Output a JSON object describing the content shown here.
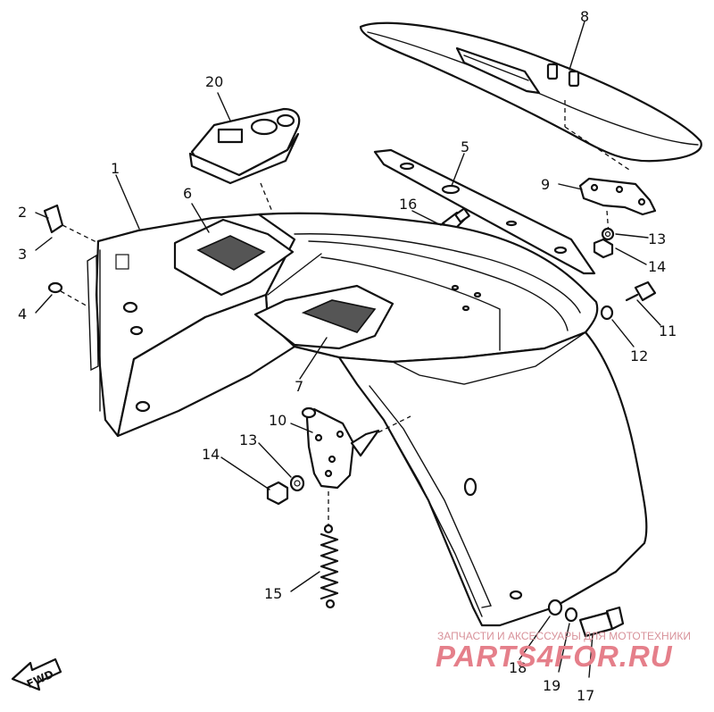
{
  "diagram": {
    "callouts": {
      "c1": "1",
      "c2": "2",
      "c3": "3",
      "c4": "4",
      "c5": "5",
      "c6": "6",
      "c7": "7",
      "c8": "8",
      "c9": "9",
      "c10": "10",
      "c11": "11",
      "c12": "12",
      "c13a": "13",
      "c13b": "13",
      "c14a": "14",
      "c14b": "14",
      "c15": "15",
      "c16": "16",
      "c17": "17",
      "c18": "18",
      "c19": "19",
      "c20": "20"
    },
    "direction_arrow": "FWD"
  },
  "watermark": {
    "tagline": "ЗАПЧАСТИ И АКСЕССУАРЫ ДЛЯ МОТОТЕХНИКИ",
    "logo": "PARTS4FOR.RU"
  }
}
